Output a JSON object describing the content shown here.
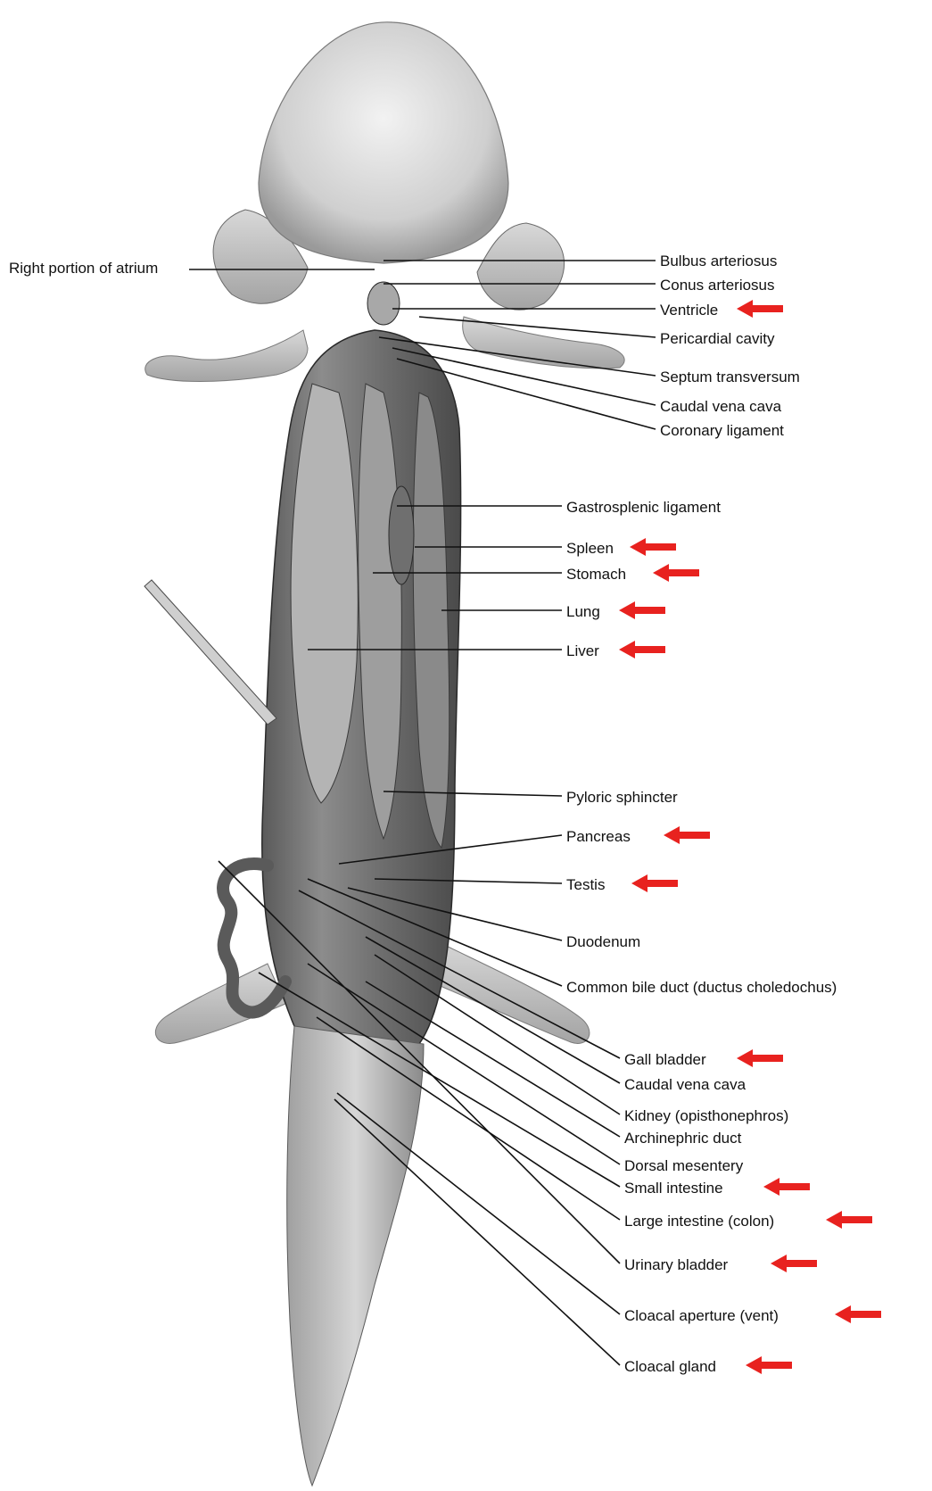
{
  "figure": {
    "labels_left": [
      {
        "id": "right-atrium",
        "text": "Right portion of atrium"
      }
    ],
    "labels_right": [
      {
        "id": "bulbus",
        "text": "Bulbus arteriosus",
        "arrow": false
      },
      {
        "id": "conus",
        "text": "Conus arteriosus",
        "arrow": false
      },
      {
        "id": "ventricle",
        "text": "Ventricle",
        "arrow": true
      },
      {
        "id": "pericardial",
        "text": "Pericardial cavity",
        "arrow": false
      },
      {
        "id": "septum",
        "text": "Septum transversum",
        "arrow": false
      },
      {
        "id": "caudal-vena-cava-1",
        "text": "Caudal vena cava",
        "arrow": false
      },
      {
        "id": "coronary",
        "text": "Coronary ligament",
        "arrow": false
      },
      {
        "id": "gastrosplenic",
        "text": "Gastrosplenic ligament",
        "arrow": false
      },
      {
        "id": "spleen",
        "text": "Spleen",
        "arrow": true
      },
      {
        "id": "stomach",
        "text": "Stomach",
        "arrow": true
      },
      {
        "id": "lung",
        "text": "Lung",
        "arrow": true
      },
      {
        "id": "liver",
        "text": "Liver",
        "arrow": true
      },
      {
        "id": "pyloric",
        "text": "Pyloric sphincter",
        "arrow": false
      },
      {
        "id": "pancreas",
        "text": "Pancreas",
        "arrow": true
      },
      {
        "id": "testis",
        "text": "Testis",
        "arrow": true
      },
      {
        "id": "duodenum",
        "text": "Duodenum",
        "arrow": false
      },
      {
        "id": "bile-duct",
        "text": "Common bile duct (ductus choledochus)",
        "arrow": false
      },
      {
        "id": "gall-bladder",
        "text": "Gall bladder",
        "arrow": true
      },
      {
        "id": "caudal-vena-cava-2",
        "text": "Caudal vena cava",
        "arrow": false
      },
      {
        "id": "kidney",
        "text": "Kidney (opisthonephros)",
        "arrow": false
      },
      {
        "id": "archinephric",
        "text": "Archinephric duct",
        "arrow": false
      },
      {
        "id": "dorsal-mesentery",
        "text": "Dorsal mesentery",
        "arrow": false
      },
      {
        "id": "small-intestine",
        "text": "Small intestine",
        "arrow": true
      },
      {
        "id": "large-intestine",
        "text": "Large intestine (colon)",
        "arrow": true
      },
      {
        "id": "urinary-bladder",
        "text": "Urinary bladder",
        "arrow": true
      },
      {
        "id": "cloacal-aperture",
        "text": "Cloacal aperture (vent)",
        "arrow": true
      },
      {
        "id": "cloacal-gland",
        "text": "Cloacal gland",
        "arrow": true
      }
    ],
    "arrow_color": "#e8221f",
    "line_color": "#111111"
  }
}
